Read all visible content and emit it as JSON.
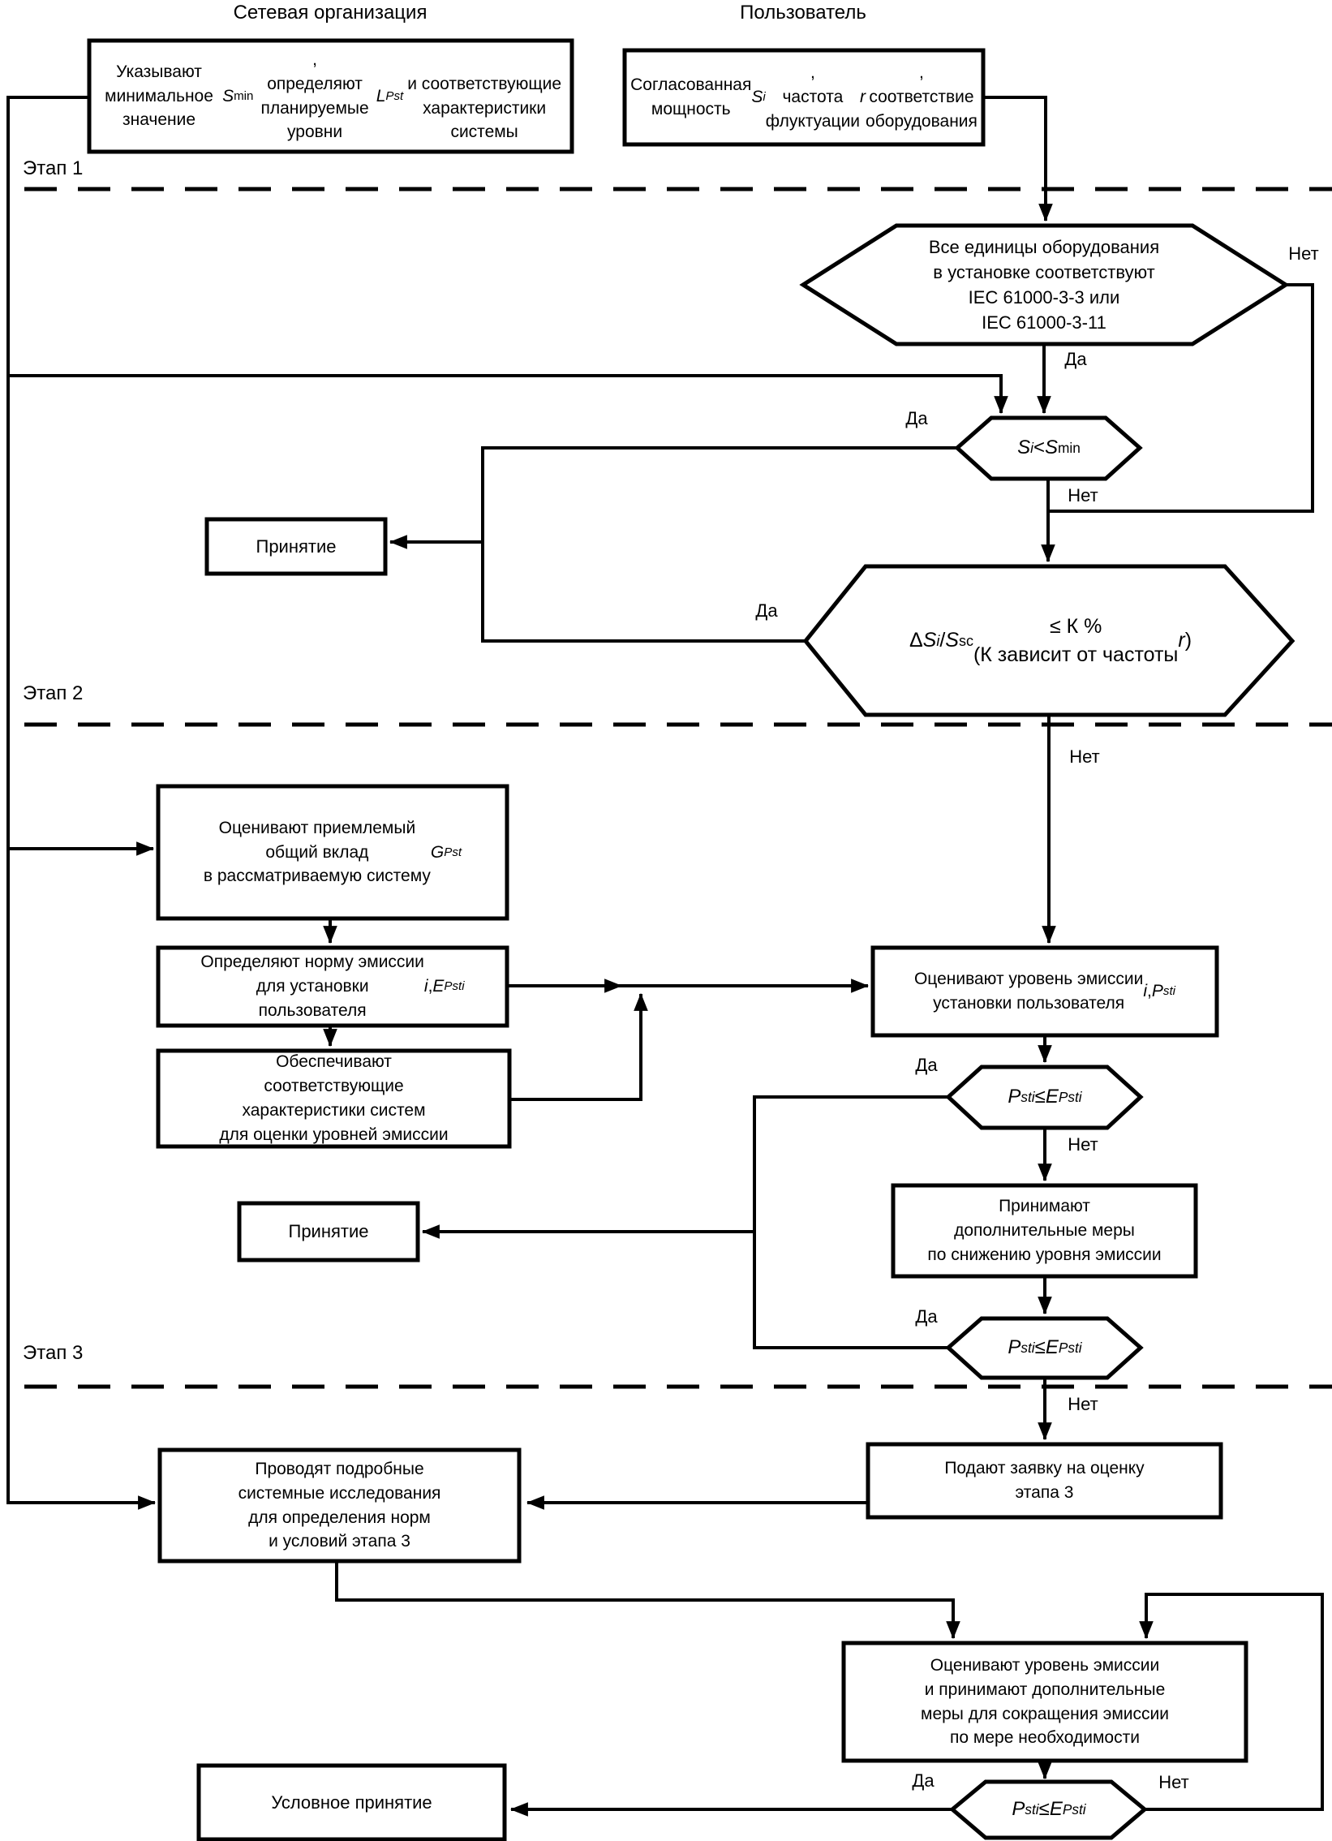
{
  "columns": {
    "left": "Сетевая организация",
    "right": "Пользователь"
  },
  "stages": [
    {
      "label": "Этап 1"
    },
    {
      "label": "Этап 2"
    },
    {
      "label": "Этап 3"
    }
  ],
  "labels": {
    "yes": "Да",
    "no": "Нет"
  },
  "colors": {
    "line": "#000000",
    "background": "#ffffff"
  },
  "nodes": {
    "network_specs": "Указывают минимальное значение <i>S</i><sub>min</sub>,<br>определяют планируемые уровни <i>L</i><sub><i>Pst</i></sub><br>и соответствующие характеристики системы",
    "user_power": "Согласованная мощность <i>S</i><sub><i>i</i></sub>,<br>частота флуктуации <i>r</i>,<br>соответствие оборудования",
    "acceptance_1": "Принятие",
    "gpst": "Оценивают приемлемый<br>общий вклад<br>в рассматриваемую систему<br><i>G</i><sub><i>Pst</i></sub>",
    "emission_limit": "Определяют норму эмиссии<br>для установки<br>пользователя <i>i</i>, <i>E</i><sub><i>Psti</i></sub>",
    "provide_chars": "Обеспечивают<br>соответствующие<br>характеристики систем<br>для оценки уровней эмиссии",
    "assess_emission": "Оценивают уровень эмиссии<br>установки пользователя <i>i</i>, <i>P</i><sub><i>sti</i></sub>",
    "acceptance_2": "Принятие",
    "mitigation": "Принимают<br>дополнительные меры<br>по снижению уровня эмиссии",
    "detailed_study": "Проводят подробные<br>системные исследования<br>для определения норм<br>и условий этапа 3",
    "stage3_request": "Подают заявку на оценку<br>этапа 3",
    "assess_reduce": "Оценивают уровень эмиссии<br>и принимают дополнительные<br>меры для сокращения эмиссии<br>по мере необходимости",
    "conditional_acceptance": "Условное принятие"
  },
  "decisions": {
    "equipment_compliant": "Все единицы оборудования<br>в установке соответствуют<br>IEC 61000-3-3 или<br>IEC 61000-3-11",
    "si_lt_smin": "<i>S</i><sub><i>i</i></sub> &lt; <i>S</i><sub>min</sub>",
    "dsi_ssc": "Δ<i>S</i><sub><i>i</i></sub>/<i>S</i><sub>sc</sub> ≤ К %<br>(К зависит от частоты <i>r</i>)",
    "psti_le_epsti": "<i>P</i><sub><i>sti</i></sub> ≤ <i>E</i><sub><i>Psti</i></sub>"
  }
}
